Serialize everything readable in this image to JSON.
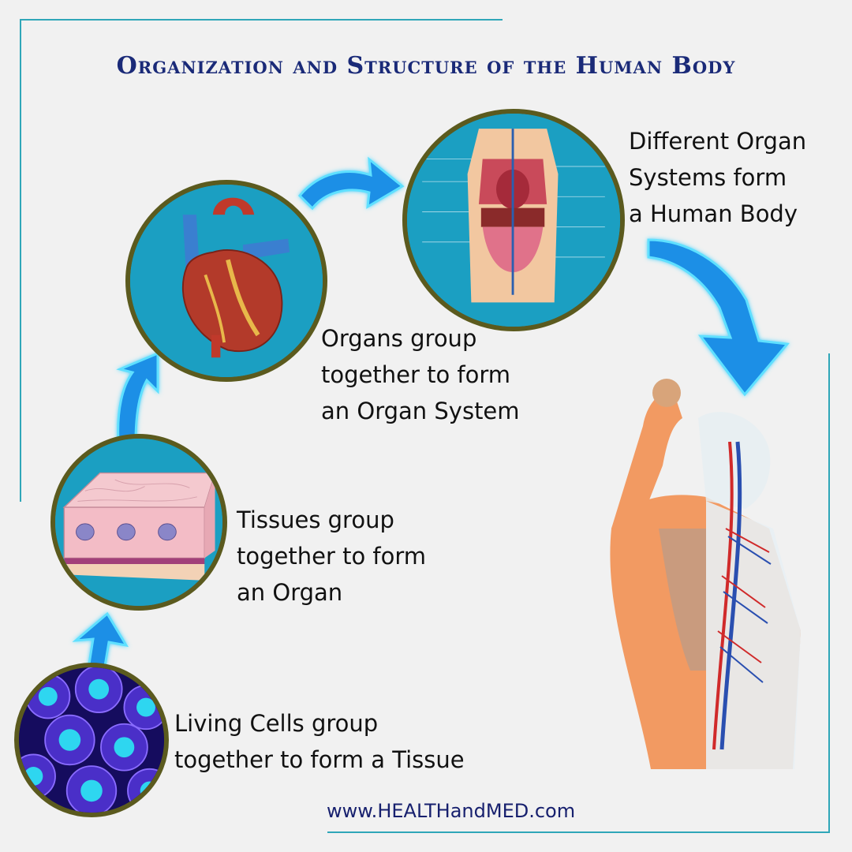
{
  "title": "Organization and Structure of the Human Body",
  "stages": [
    {
      "name": "cells",
      "caption": "Living Cells group\ntogether to form a Tissue"
    },
    {
      "name": "tissue",
      "caption": "Tissues group\ntogether to form\nan Organ"
    },
    {
      "name": "organ",
      "caption": "Organs group\ntogether to form\nan Organ System"
    },
    {
      "name": "organ-system",
      "caption": "Different Organ\nSystems form\na Human Body"
    }
  ],
  "footer": {
    "url": "www.HEALTHandMED.com"
  },
  "colors": {
    "title": "#1a2a78",
    "arrow": "#1a8fe6",
    "ring": "#5b5a1e",
    "frame": "#2fa6b8"
  }
}
